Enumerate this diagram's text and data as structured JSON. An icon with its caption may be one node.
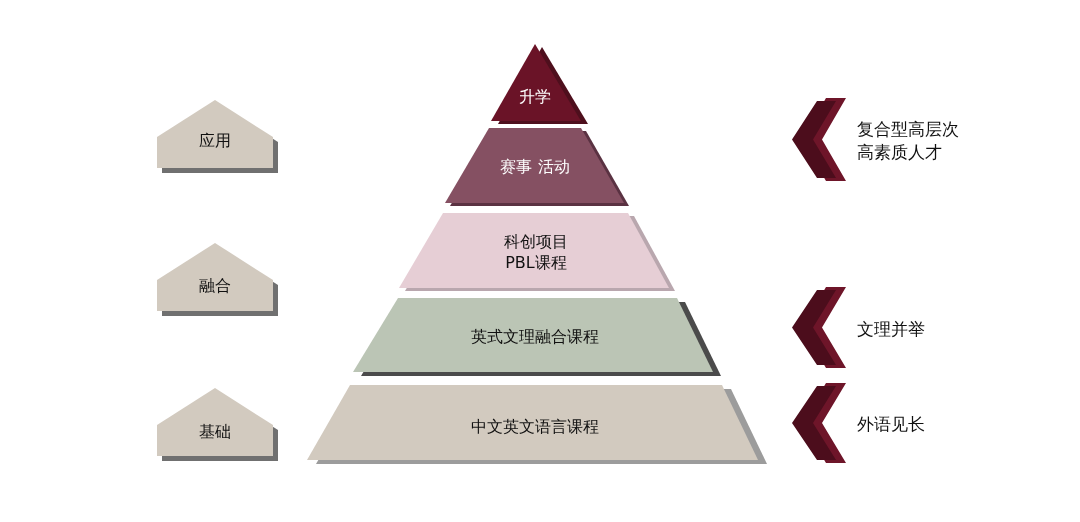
{
  "diagram": {
    "nodes": [
      {
        "text": [
          "升学"
        ]
      },
      {
        "text": [
          "赛事 活动"
        ]
      },
      {
        "text": [
          "科创项目",
          "PBL课程"
        ]
      },
      {
        "text": [
          "英式文理融合课程"
        ]
      },
      {
        "text": [
          "中文英文语言课程"
        ]
      },
      {
        "text": [
          "应用"
        ]
      },
      {
        "text": [
          "融合"
        ]
      },
      {
        "text": [
          "基础"
        ]
      }
    ],
    "labels": [
      "复合型高层次高素质人才",
      "文理并举",
      "外语见长"
    ]
  }
}
